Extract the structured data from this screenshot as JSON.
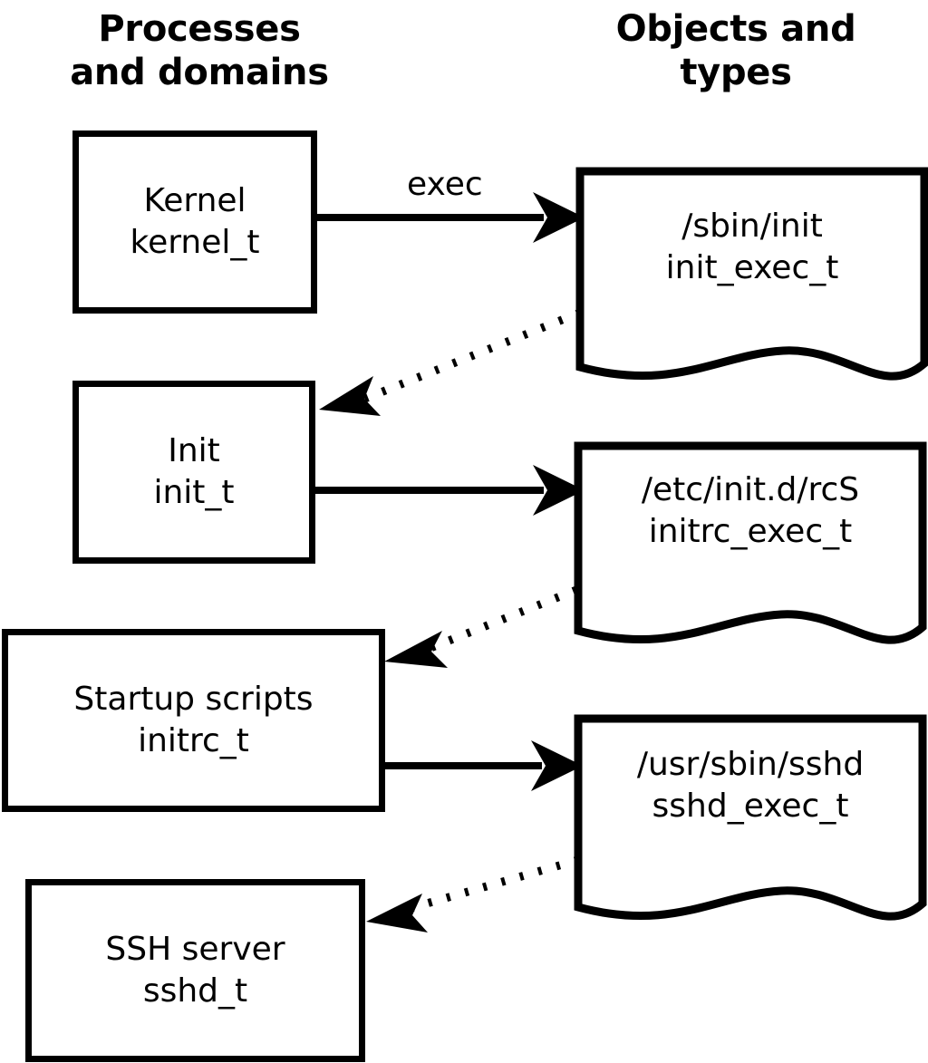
{
  "diagram": {
    "title_left": "Processes\nand domains",
    "title_right": "Objects and\ntypes",
    "columns": [
      {
        "id": "processes",
        "header": "Processes\nand domains"
      },
      {
        "id": "objects",
        "header": "Objects and\ntypes"
      }
    ],
    "process_nodes": [
      {
        "id": "kernel",
        "name": "Kernel",
        "type": "kernel_t"
      },
      {
        "id": "init",
        "name": "Init",
        "type": "init_t"
      },
      {
        "id": "initrc",
        "name": "Startup scripts",
        "type": "initrc_t"
      },
      {
        "id": "sshd",
        "name": "SSH server",
        "type": "sshd_t"
      }
    ],
    "object_nodes": [
      {
        "id": "init_exec",
        "path": "/sbin/init",
        "type": "init_exec_t"
      },
      {
        "id": "initrc_exec",
        "path": "/etc/init.d/rcS",
        "type": "initrc_exec_t"
      },
      {
        "id": "sshd_exec",
        "path": "/usr/sbin/sshd",
        "type": "sshd_exec_t"
      }
    ],
    "edges": [
      {
        "id": "kernel-exec-init",
        "from": "kernel",
        "to": "init_exec",
        "label": "exec",
        "style": "solid"
      },
      {
        "id": "init_exec-to-init",
        "from": "init_exec",
        "to": "init",
        "label": "",
        "style": "dotted"
      },
      {
        "id": "init-exec-initrc",
        "from": "init",
        "to": "initrc_exec",
        "label": "",
        "style": "solid"
      },
      {
        "id": "initrc_exec-to-initrc",
        "from": "initrc_exec",
        "to": "initrc",
        "label": "",
        "style": "dotted"
      },
      {
        "id": "initrc-exec-sshd",
        "from": "initrc",
        "to": "sshd_exec",
        "label": "",
        "style": "solid"
      },
      {
        "id": "sshd_exec-to-sshd",
        "from": "sshd_exec",
        "to": "sshd",
        "label": "",
        "style": "dotted"
      }
    ],
    "edge_labels": {
      "exec": "exec"
    },
    "colors": {
      "stroke": "#000000",
      "fill": "#ffffff",
      "text": "#000000"
    }
  }
}
